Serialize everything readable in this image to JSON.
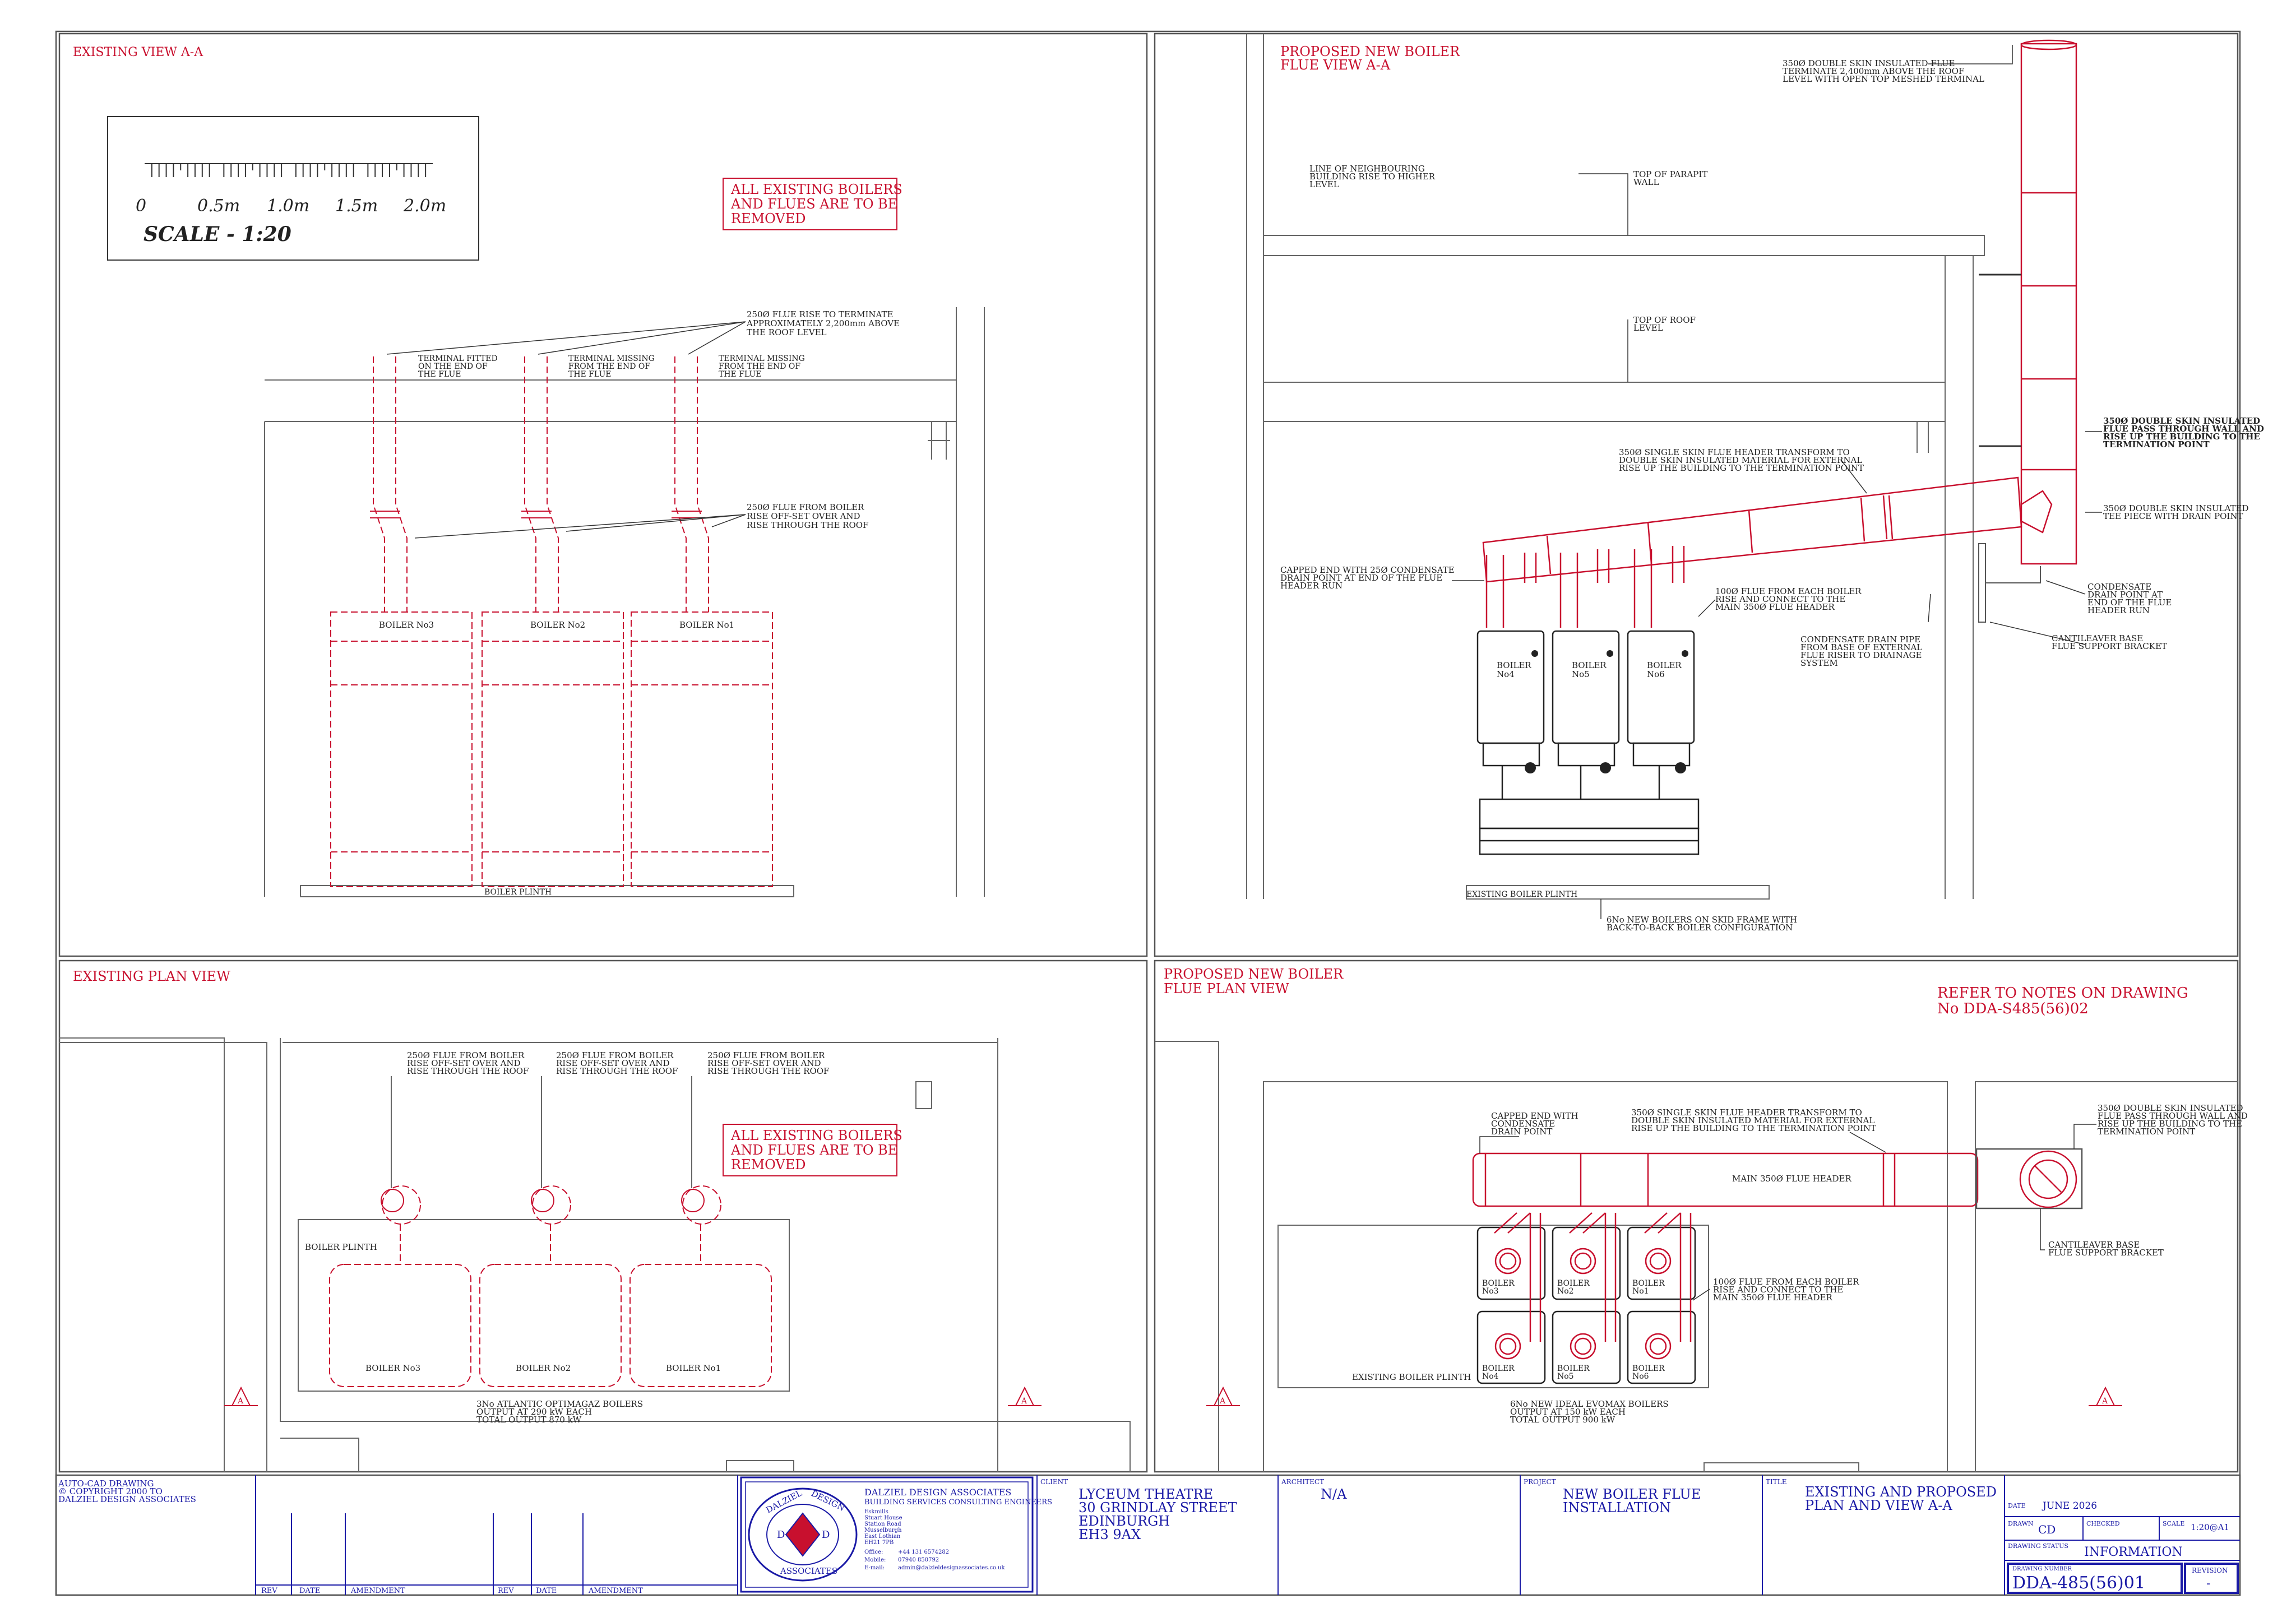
{
  "views": {
    "existing_section": {
      "title": "EXISTING VIEW A-A",
      "scale_ticks": [
        "0",
        "0.5m",
        "1.0m",
        "1.5m",
        "2.0m"
      ],
      "scale_label": "SCALE - 1:20",
      "removal_note": [
        "ALL EXISTING BOILERS",
        "AND FLUES ARE TO BE",
        "REMOVED"
      ],
      "flue_rise_note": [
        "250Ø FLUE RISE TO TERMINATE",
        "APPROXIMATELY 2,200mm ABOVE",
        "THE ROOF LEVEL"
      ],
      "terminal_fitted": [
        "TERMINAL FITTED",
        "ON THE END OF",
        "THE FLUE"
      ],
      "terminal_missing": [
        "TERMINAL MISSING",
        "FROM THE END OF",
        "THE FLUE"
      ],
      "offset_note": [
        "250Ø FLUE FROM BOILER",
        "RISE OFF-SET OVER AND",
        "RISE THROUGH THE ROOF"
      ],
      "boilers": [
        "BOILER No3",
        "BOILER No2",
        "BOILER No1"
      ],
      "plinth": "BOILER PLINTH"
    },
    "proposed_section": {
      "title": [
        "PROPOSED NEW BOILER",
        "FLUE VIEW A-A"
      ],
      "terminal_note": [
        "350Ø DOUBLE SKIN INSULATED FLUE",
        "TERMINATE 2,400mm ABOVE THE ROOF",
        "LEVEL WITH OPEN TOP MESHED TERMINAL"
      ],
      "neighbour_note": [
        "LINE OF NEIGHBOURING",
        "BUILDING RISE TO HIGHER",
        "LEVEL"
      ],
      "parapit_note": [
        "TOP OF PARAPIT",
        "WALL"
      ],
      "roof_note": [
        "TOP OF ROOF",
        "LEVEL"
      ],
      "header_note": [
        "350Ø SINGLE SKIN FLUE HEADER TRANSFORM TO",
        "DOUBLE SKIN INSULATED MATERIAL FOR EXTERNAL",
        "RISE UP THE BUILDING TO THE TERMINATION POINT"
      ],
      "wall_note": [
        "350Ø DOUBLE SKIN INSULATED",
        "FLUE PASS THROUGH WALL AND",
        "RISE UP THE BUILDING TO THE",
        "TERMINATION POINT"
      ],
      "tee_note": [
        "350Ø DOUBLE SKIN INSULATED",
        "TEE PIECE WITH DRAIN POINT"
      ],
      "capped_note": [
        "CAPPED END WITH 25Ø CONDENSATE",
        "DRAIN POINT AT END OF THE FLUE",
        "HEADER RUN"
      ],
      "flue_each_note": [
        "100Ø FLUE FROM EACH BOILER",
        "RISE AND CONNECT TO THE",
        "MAIN 350Ø FLUE HEADER"
      ],
      "condensate_note": [
        "CONDENSATE",
        "DRAIN POINT AT",
        "END OF THE FLUE",
        "HEADER RUN"
      ],
      "drain_pipe_note": [
        "CONDENSATE DRAIN PIPE",
        "FROM BASE OF EXTERNAL",
        "FLUE RISER TO DRAINAGE",
        "SYSTEM"
      ],
      "cantilever_note": [
        "CANTILEAVER BASE",
        "FLUE SUPPORT BRACKET"
      ],
      "boilers": [
        [
          "BOILER",
          "No4"
        ],
        [
          "BOILER",
          "No5"
        ],
        [
          "BOILER",
          "No6"
        ]
      ],
      "plinth": "EXISTING BOILER PLINTH",
      "skid_note": [
        "6No NEW BOILERS ON SKID FRAME WITH",
        "BACK-TO-BACK BOILER CONFIGURATION"
      ]
    },
    "existing_plan": {
      "title": "EXISTING PLAN VIEW",
      "offset_note": [
        "250Ø FLUE FROM BOILER",
        "RISE OFF-SET OVER AND",
        "RISE THROUGH THE ROOF"
      ],
      "removal_note": [
        "ALL EXISTING BOILERS",
        "AND FLUES ARE TO BE",
        "REMOVED"
      ],
      "plinth": "BOILER PLINTH",
      "boilers": [
        "BOILER No3",
        "BOILER No2",
        "BOILER No1"
      ],
      "output_note": [
        "3No ATLANTIC OPTIMAGAZ BOILERS",
        "OUTPUT AT 290 kW EACH",
        "TOTAL OUTPUT 870 kW"
      ],
      "section_mark": "A"
    },
    "proposed_plan": {
      "title": [
        "PROPOSED NEW BOILER",
        "FLUE PLAN VIEW"
      ],
      "refer_note": [
        "REFER TO NOTES ON DRAWING",
        "No DDA-S485(56)02"
      ],
      "capped_note": [
        "CAPPED END WITH",
        "CONDENSATE",
        "DRAIN POINT"
      ],
      "header_note": [
        "350Ø SINGLE SKIN FLUE HEADER TRANSFORM TO",
        "DOUBLE SKIN INSULATED MATERIAL FOR EXTERNAL",
        "RISE UP THE BUILDING TO THE TERMINATION POINT"
      ],
      "wall_note": [
        "350Ø DOUBLE SKIN INSULATED",
        "FLUE PASS THROUGH WALL AND",
        "RISE UP THE BUILDING TO THE",
        "TERMINATION POINT"
      ],
      "main_header": "MAIN 350Ø FLUE HEADER",
      "cantilever_note": [
        "CANTILEAVER BASE",
        "FLUE SUPPORT BRACKET"
      ],
      "flue_each_note": [
        "100Ø FLUE FROM EACH BOILER",
        "RISE AND CONNECT TO THE",
        "MAIN 350Ø FLUE HEADER"
      ],
      "boilers_top": [
        [
          "BOILER",
          "No3"
        ],
        [
          "BOILER",
          "No2"
        ],
        [
          "BOILER",
          "No1"
        ]
      ],
      "boilers_bottom": [
        [
          "BOILER",
          "No4"
        ],
        [
          "BOILER",
          "No5"
        ],
        [
          "BOILER",
          "No6"
        ]
      ],
      "plinth": "EXISTING BOILER PLINTH",
      "output_note": [
        "6No NEW IDEAL EVOMAX BOILERS",
        "OUTPUT AT 150 kW EACH",
        "TOTAL OUTPUT 900 kW"
      ],
      "section_mark": "A"
    }
  },
  "title_block": {
    "copyright": [
      "AUTO-CAD DRAWING",
      "© COPYRIGHT 2000 TO",
      "DALZIEL DESIGN ASSOCIATES"
    ],
    "rev_cols": [
      "REV",
      "DATE",
      "AMENDMENT",
      "REV",
      "DATE",
      "AMENDMENT"
    ],
    "logo_text": [
      "DALZIEL",
      "DESIGN",
      "ASSOCIATES"
    ],
    "logo_letters": [
      "D",
      "D"
    ],
    "company": "DALZIEL DESIGN ASSOCIATES",
    "company_sub": "BUILDING SERVICES CONSULTING ENGINEERS",
    "address": [
      "Eskmills",
      "Stuart House",
      "Station Road",
      "Musselburgh",
      "East Lothian",
      "EH21 7PB"
    ],
    "contact": [
      [
        "Office:",
        "+44 131 6574282"
      ],
      [
        "Mobile:",
        "07940 850792"
      ],
      [
        "E-mail:",
        "admin@dalzieldesignassociates.co.uk"
      ]
    ],
    "client_label": "CLIENT",
    "client": [
      "LYCEUM THEATRE",
      "30 GRINDLAY STREET",
      "EDINBURGH",
      "EH3 9AX"
    ],
    "architect_label": "ARCHITECT",
    "architect": "N/A",
    "project_label": "PROJECT",
    "project": [
      "NEW BOILER FLUE",
      "INSTALLATION"
    ],
    "title_label": "TITLE",
    "title": [
      "EXISTING AND PROPOSED",
      "PLAN AND  VIEW A-A"
    ],
    "date_label": "DATE",
    "date": "JUNE 2026",
    "drawn_label": "DRAWN",
    "drawn": "CD",
    "checked_label": "CHECKED",
    "scale_label": "SCALE",
    "scale": "1:20@A1",
    "status_label": "DRAWING STATUS",
    "status": "INFORMATION",
    "number_label": "DRAWING NUMBER",
    "number": "DDA-485(56)01",
    "revision_label": "REVISION",
    "revision": "-"
  },
  "colors": {
    "red": "#c8102e",
    "blue": "#1a1aa6",
    "line": "#555555"
  }
}
